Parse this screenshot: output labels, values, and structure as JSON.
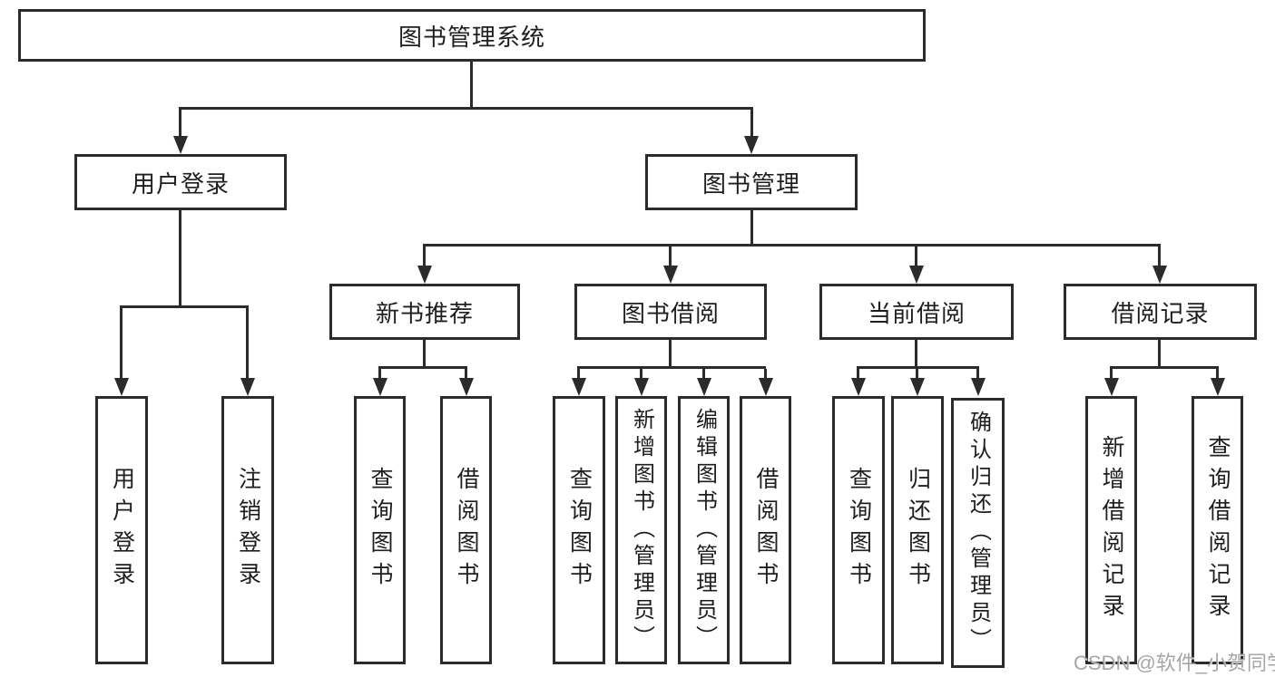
{
  "diagram": {
    "root": "图书管理系统",
    "branches": [
      {
        "label": "用户登录",
        "children": [
          {
            "label": "用户登录"
          },
          {
            "label": "注销登录"
          }
        ]
      },
      {
        "label": "图书管理",
        "children": [
          {
            "label": "新书推荐",
            "children": [
              {
                "label": "查询图书"
              },
              {
                "label": "借阅图书"
              }
            ]
          },
          {
            "label": "图书借阅",
            "children": [
              {
                "label": "查询图书"
              },
              {
                "label": "新增图书（管理员）"
              },
              {
                "label": "编辑图书（管理员）"
              },
              {
                "label": "借阅图书"
              }
            ]
          },
          {
            "label": "当前借阅",
            "children": [
              {
                "label": "查询图书"
              },
              {
                "label": "归还图书"
              },
              {
                "label": "确认归还（管理员）"
              }
            ]
          },
          {
            "label": "借阅记录",
            "children": [
              {
                "label": "新增借阅记录"
              },
              {
                "label": "查询借阅记录"
              }
            ]
          }
        ]
      }
    ]
  },
  "watermark": "CSDN @软件_小贺同学",
  "colors": {
    "line": "#2b2b2b",
    "text": "#1e1e1e",
    "background": "#ffffff",
    "watermark": "#9e9e9e"
  }
}
